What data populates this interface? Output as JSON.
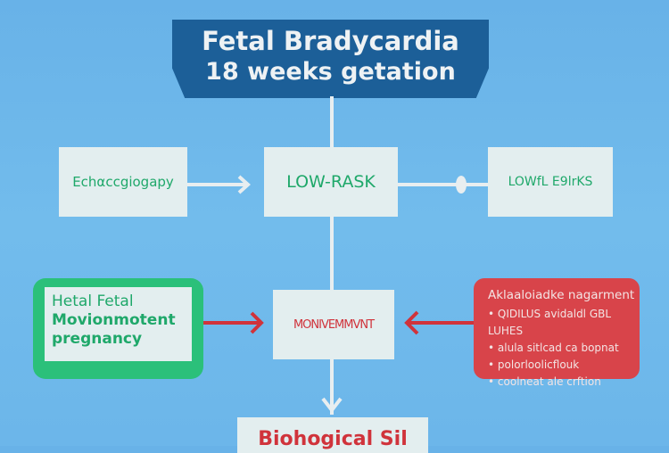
{
  "title": {
    "line1": "Fetal Bradycardia",
    "line2": "18 weeks getation"
  },
  "row1": {
    "left": "Echαccgiogapy",
    "center": "LOW-RASK",
    "right": "LOWfL E9lrKS"
  },
  "green_box": {
    "line1": "Hetal Fetal",
    "line2": "Movionmotent",
    "line3": "pregnancy"
  },
  "center_box": "MONIVEMMVNT",
  "red_box": {
    "heading": "Aklaaloiadke nagarment",
    "bullets": [
      "QIDILUS avidaldl GBL LUHES",
      "alula sitlcad ca bopnat",
      "polorloolicflouk",
      "coolneat ale crftion"
    ]
  },
  "bottom_box": "Biohogical Sil",
  "colors": {
    "background": "#6cb6ea",
    "title": "#1c5f98",
    "green": "#1fa86a",
    "red": "#d0333b",
    "box": "#e3eeef"
  }
}
